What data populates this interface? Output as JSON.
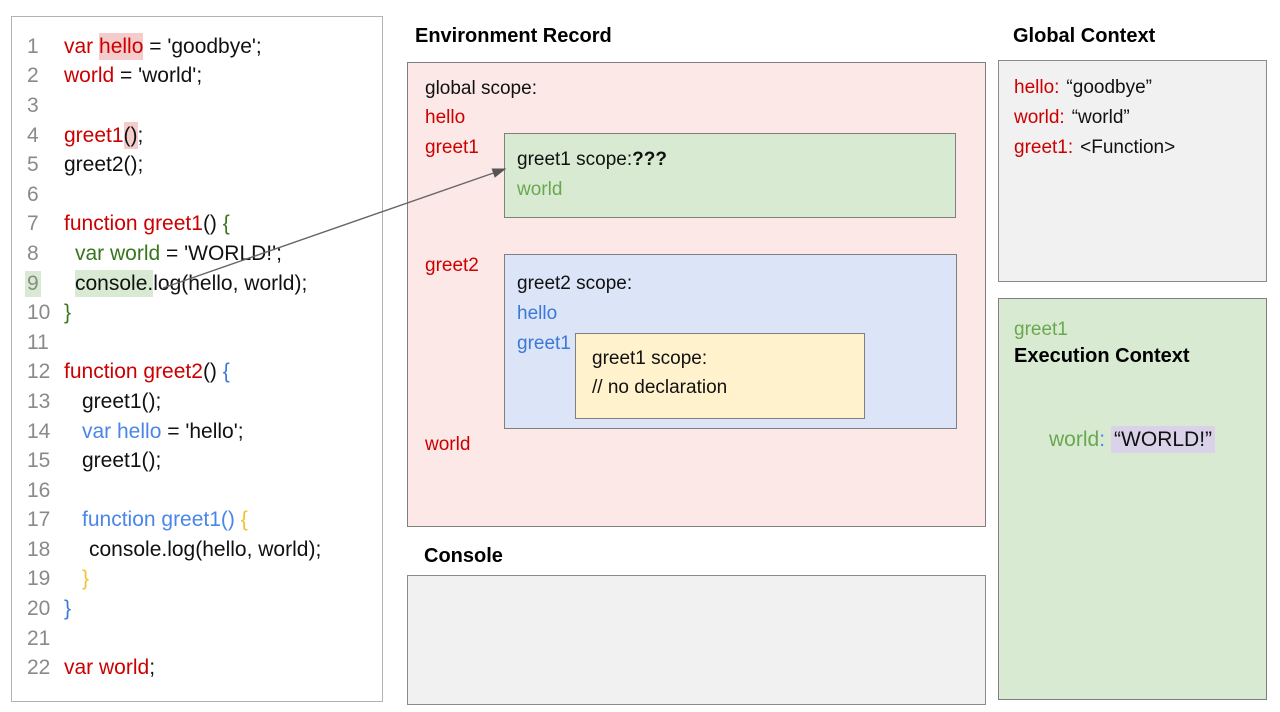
{
  "palette": {
    "red_text": "#cc0000",
    "green_text": "#38761d",
    "light_green_text": "#6aa84f",
    "blue_text": "#3c78d8",
    "light_blue_text": "#4a86e8",
    "yellow_text": "#f1c232",
    "pink_box_bg": "#fce9e7",
    "green_box_bg": "#d9ead3",
    "blue_box_bg": "#dbe5f7",
    "yellow_box_bg": "#fff2cc",
    "gray_box_bg": "#f1f1f1",
    "pink_highlight": "#f4cccc",
    "green_highlight": "#d9ead3",
    "lavender_highlight": "#d9d2e9"
  },
  "code_panel": {
    "lines": [
      {
        "num": "1",
        "indent": 0,
        "num_hl": false,
        "segments": [
          {
            "t": "var ",
            "c": "red"
          },
          {
            "t": "hello",
            "c": "red",
            "bg": "pink"
          },
          {
            "t": " = 'goodbye';",
            "c": "black"
          }
        ]
      },
      {
        "num": "2",
        "indent": 0,
        "num_hl": false,
        "segments": [
          {
            "t": "world",
            "c": "red"
          },
          {
            "t": " = 'world';",
            "c": "black"
          }
        ]
      },
      {
        "num": "3",
        "indent": 0,
        "num_hl": false,
        "segments": []
      },
      {
        "num": "4",
        "indent": 0,
        "num_hl": false,
        "segments": [
          {
            "t": "greet1",
            "c": "red"
          },
          {
            "t": "()",
            "c": "black",
            "bg": "pink"
          },
          {
            "t": ";",
            "c": "black"
          }
        ]
      },
      {
        "num": "5",
        "indent": 0,
        "num_hl": false,
        "segments": [
          {
            "t": "greet2();",
            "c": "black"
          }
        ]
      },
      {
        "num": "6",
        "indent": 0,
        "num_hl": false,
        "segments": []
      },
      {
        "num": "7",
        "indent": 0,
        "num_hl": false,
        "segments": [
          {
            "t": "function greet1",
            "c": "red"
          },
          {
            "t": "() ",
            "c": "black"
          },
          {
            "t": "{",
            "c": "green"
          }
        ]
      },
      {
        "num": "8",
        "indent": 11,
        "num_hl": false,
        "segments": [
          {
            "t": "var world",
            "c": "green"
          },
          {
            "t": " = 'WORLD!';",
            "c": "black"
          }
        ]
      },
      {
        "num": "9",
        "indent": 11,
        "num_hl": true,
        "segments": [
          {
            "t": "console.",
            "c": "black",
            "bg": "green"
          },
          {
            "t": "log(hello, world);",
            "c": "black"
          }
        ]
      },
      {
        "num": "10",
        "indent": 0,
        "num_hl": false,
        "segments": [
          {
            "t": "}",
            "c": "green"
          }
        ]
      },
      {
        "num": "11",
        "indent": 0,
        "num_hl": false,
        "segments": []
      },
      {
        "num": "12",
        "indent": 0,
        "num_hl": false,
        "segments": [
          {
            "t": "function greet2",
            "c": "red"
          },
          {
            "t": "() ",
            "c": "black"
          },
          {
            "t": "{",
            "c": "blue"
          }
        ]
      },
      {
        "num": "13",
        "indent": 18,
        "num_hl": false,
        "segments": [
          {
            "t": "greet1();",
            "c": "black"
          }
        ]
      },
      {
        "num": "14",
        "indent": 18,
        "num_hl": false,
        "segments": [
          {
            "t": "var hello",
            "c": "blueL"
          },
          {
            "t": " = 'hello';",
            "c": "black"
          }
        ]
      },
      {
        "num": "15",
        "indent": 18,
        "num_hl": false,
        "segments": [
          {
            "t": "greet1();",
            "c": "black"
          }
        ]
      },
      {
        "num": "16",
        "indent": 0,
        "num_hl": false,
        "segments": []
      },
      {
        "num": "17",
        "indent": 18,
        "num_hl": false,
        "segments": [
          {
            "t": "function greet1() ",
            "c": "blueL"
          },
          {
            "t": "{",
            "c": "yellow"
          }
        ]
      },
      {
        "num": "18",
        "indent": 25,
        "num_hl": false,
        "segments": [
          {
            "t": "console.log(hello, world);",
            "c": "black"
          }
        ]
      },
      {
        "num": "19",
        "indent": 18,
        "num_hl": false,
        "segments": [
          {
            "t": "}",
            "c": "yellow"
          }
        ]
      },
      {
        "num": "20",
        "indent": 0,
        "num_hl": false,
        "segments": [
          {
            "t": "}",
            "c": "blue"
          }
        ]
      },
      {
        "num": "21",
        "indent": 0,
        "num_hl": false,
        "segments": []
      },
      {
        "num": "22",
        "indent": 0,
        "num_hl": false,
        "segments": [
          {
            "t": "var world",
            "c": "red"
          },
          {
            "t": ";",
            "c": "black"
          }
        ]
      }
    ]
  },
  "env_record": {
    "title": "Environment Record",
    "global_scope": {
      "label": "global scope:",
      "hello": "hello",
      "greet1": "greet1",
      "greet2": "greet2",
      "world": "world"
    },
    "greet1_scope": {
      "label": "greet1 scope:",
      "question": "???",
      "world": "world"
    },
    "greet2_scope": {
      "label": "greet2 scope:",
      "hello": "hello",
      "greet1": "greet1"
    },
    "greet1_nested_scope": {
      "label": "greet1 scope:",
      "comment": "// no declaration"
    }
  },
  "console_panel": {
    "title": "Console"
  },
  "global_context": {
    "title": "Global Context",
    "rows": [
      {
        "name": "hello:",
        "value": "“goodbye”"
      },
      {
        "name": "world:",
        "value": "“world”"
      },
      {
        "name": "greet1:",
        "value": "<Function>"
      }
    ]
  },
  "execution_context": {
    "fn_name": "greet1",
    "title": "Execution Context",
    "var_name": "world",
    "colon": ":",
    "value": "“WORLD!”"
  }
}
